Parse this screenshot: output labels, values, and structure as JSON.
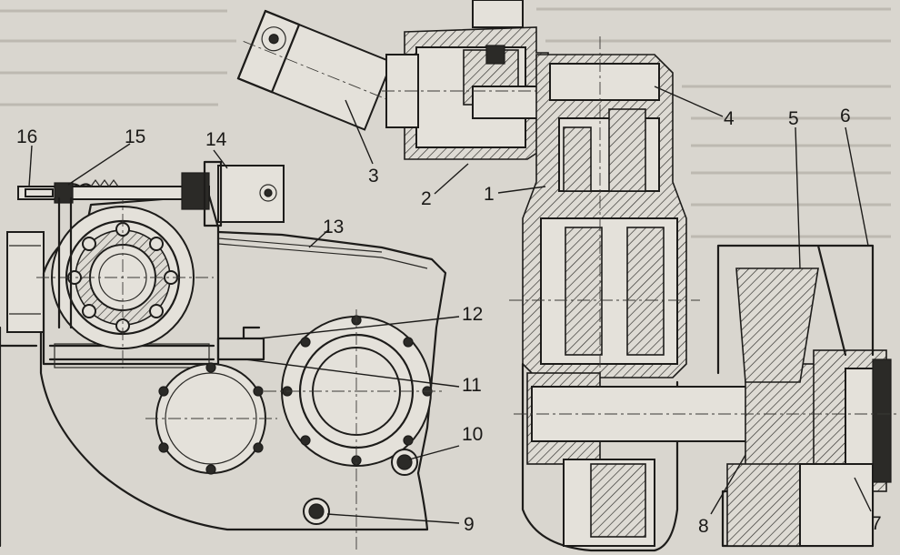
{
  "figure": {
    "callouts": [
      "1",
      "2",
      "3",
      "4",
      "5",
      "6",
      "7",
      "8",
      "9",
      "10",
      "11",
      "12",
      "13",
      "14",
      "15",
      "16"
    ]
  }
}
